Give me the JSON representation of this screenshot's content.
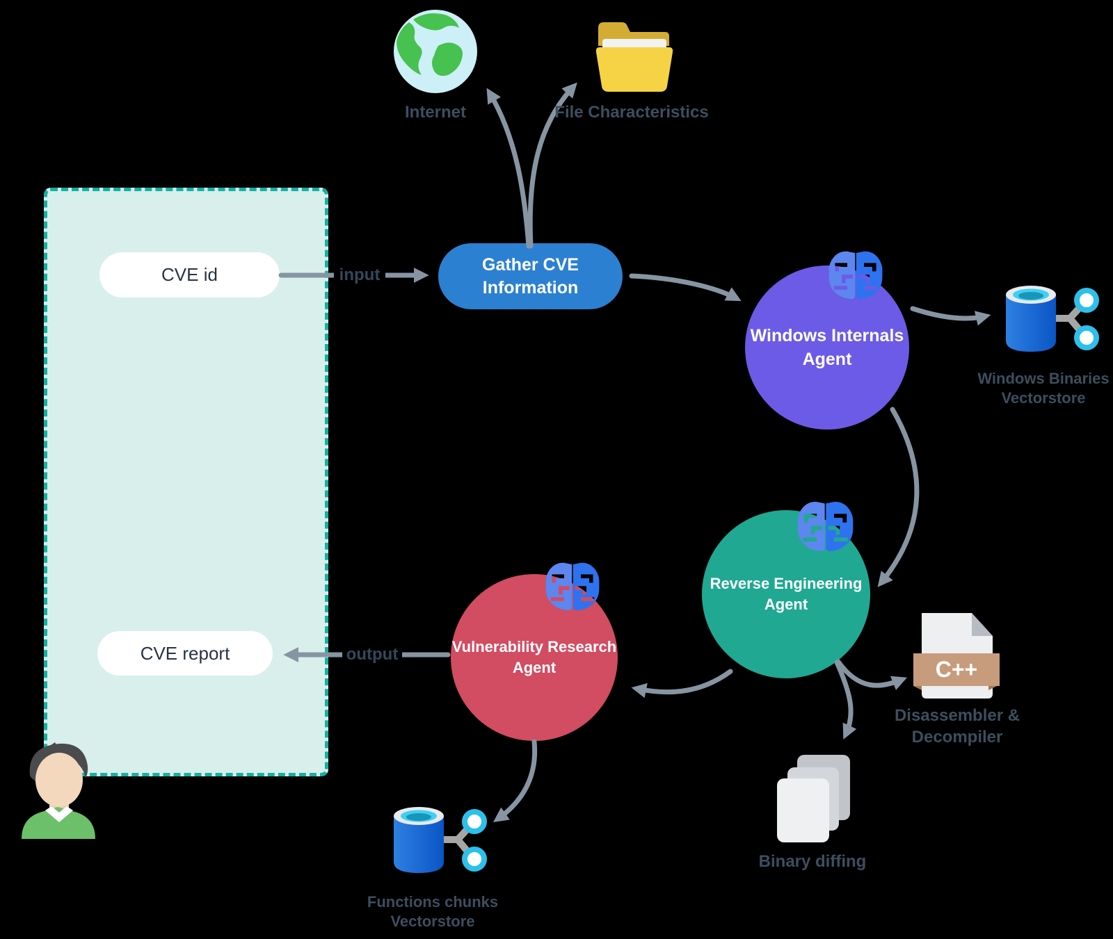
{
  "region": {
    "input_pill": "CVE id",
    "output_pill": "CVE report"
  },
  "edges": {
    "input": "input",
    "output": "output"
  },
  "nodes": {
    "gather": {
      "line1": "Gather CVE",
      "line2": "Information"
    },
    "wia": {
      "line1": "Windows Internals",
      "line2": "Agent"
    },
    "rea": {
      "line1": "Reverse Engineering",
      "line2": "Agent"
    },
    "vra": {
      "line1": "Vulnerability Research",
      "line2": "Agent"
    }
  },
  "resources": {
    "internet": "Internet",
    "file_characteristics": "File Characteristics",
    "wb_vs": {
      "line1": "Windows Binaries",
      "line2": "Vectorstore"
    },
    "disassembler": {
      "line1": "Disassembler &",
      "line2": "Decompiler"
    },
    "cpp_badge": "C++",
    "binary_diffing": "Binary diffing",
    "fc_vs": {
      "line1": "Functions chunks",
      "line2": "Vectorstore"
    }
  },
  "colors": {
    "background": "#000000",
    "region_fill": "#d8efec",
    "region_border": "#12b2a4",
    "gather_node": "#2c80d2",
    "windows_internals_agent": "#6b5be6",
    "reverse_engineering_agent": "#20a893",
    "vulnerability_research_agent": "#d24c62",
    "arrow": "#8795a3",
    "label_text": "#3d4e5e"
  }
}
